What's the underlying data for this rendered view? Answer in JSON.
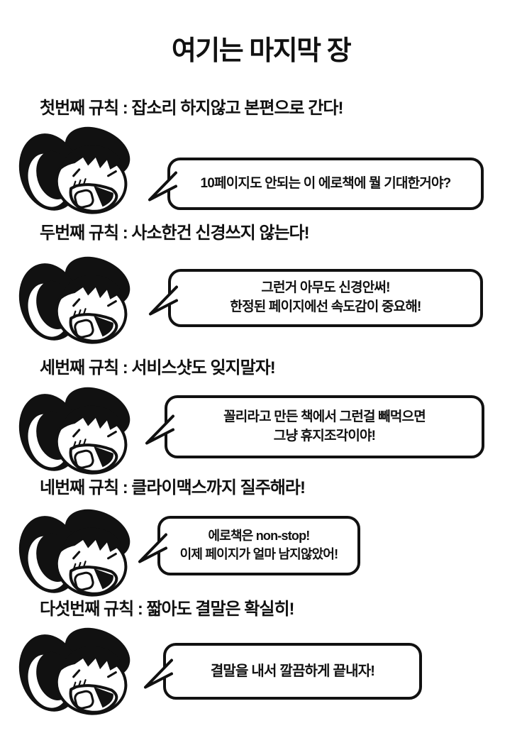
{
  "page": {
    "title": "여기는 마지막 장",
    "colors": {
      "ink": "#111111",
      "background": "#ffffff"
    },
    "rules": [
      {
        "label": "첫번째 규칙 : 잡소리 하지않고 본편으로 간다!",
        "bubble_lines": [
          "10페이지도 안되는 이 에로책에 뭘 기대한거야?"
        ]
      },
      {
        "label": "두번째 규칙 : 사소한건 신경쓰지 않는다!",
        "bubble_lines": [
          "그런거 아무도 신경안써!",
          "한정된 페이지에선 속도감이 중요해!"
        ]
      },
      {
        "label": "세번째 규칙 : 서비스샷도 잊지말자!",
        "bubble_lines": [
          "꼴리라고 만든 책에서 그런걸 빼먹으면",
          "그냥 휴지조각이야!"
        ]
      },
      {
        "label": "네번째 규칙 : 클라이맥스까지 질주해라!",
        "bubble_lines": [
          "에로책은 non-stop!",
          "이제 페이지가 얼마 남지않았어!"
        ]
      },
      {
        "label": "다섯번째 규칙 : 짧아도 결말은 확실히!",
        "bubble_lines": [
          "결말을 내서 깔끔하게 끝내자!"
        ]
      }
    ]
  }
}
